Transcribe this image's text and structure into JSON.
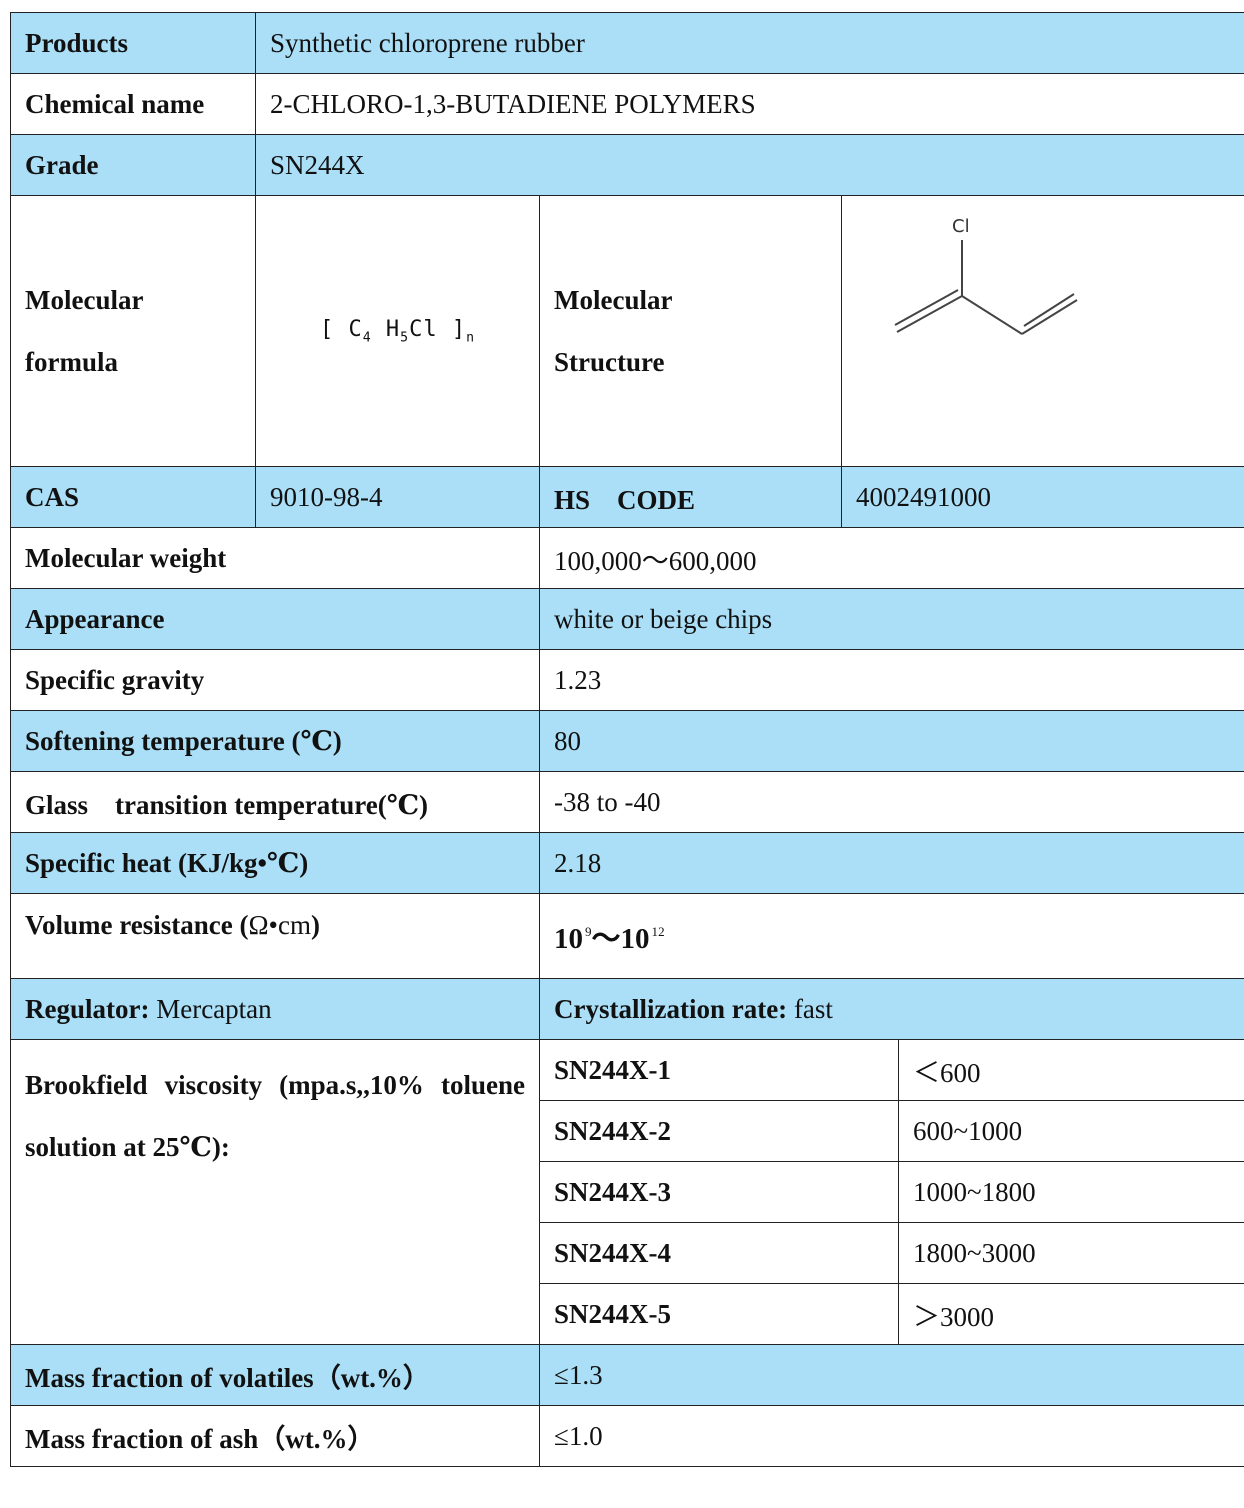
{
  "rows": {
    "products": {
      "label": "Products",
      "value": "Synthetic chloroprene rubber"
    },
    "chemical_name": {
      "label": "Chemical name",
      "value": "2-CHLORO-1,3-BUTADIENE POLYMERS"
    },
    "grade": {
      "label": "Grade",
      "value": "SN244X"
    },
    "molecular": {
      "formula_label_1": "Molecular",
      "formula_label_2": "formula",
      "formula": {
        "open": "[",
        "c": "C",
        "c_sub": "4",
        "h": "H",
        "h_sub": "5",
        "cl": "Cl",
        "close": "]",
        "n": "n"
      },
      "structure_label_1": "Molecular",
      "structure_label_2": "Structure",
      "structure_atom": "Cl"
    },
    "cas": {
      "label": "CAS",
      "value": "9010-98-4",
      "hs_label": "HS　CODE",
      "hs_value": "4002491000"
    },
    "molecular_weight": {
      "label": "Molecular weight",
      "value": "100,000～600,000"
    },
    "appearance": {
      "label": "Appearance",
      "value": "white or beige chips"
    },
    "specific_gravity": {
      "label": "Specific gravity",
      "value": "1.23"
    },
    "softening_temperature": {
      "label": "Softening temperature (℃)",
      "value": "80"
    },
    "glass_transition": {
      "label": "Glass　transition temperature(℃)",
      "value": "-38 to -40"
    },
    "specific_heat": {
      "label": "Specific heat (KJ/kg•℃)",
      "value": "2.18"
    },
    "volume_resistance": {
      "label_bold": "Volume resistance (",
      "label_unit": "Ω•cm",
      "label_close": ")",
      "base1": "10",
      "exp1": "9",
      "tilde": "～",
      "base2": "10",
      "exp2": "12"
    },
    "regulator": {
      "label": "Regulator:",
      "value": "Mercaptan",
      "cryst_label": "Crystallization rate:",
      "cryst_value": "fast"
    },
    "brookfield": {
      "label": "Brookfield viscosity (mpa.s,,10% toluene solution at 25℃):",
      "grades": [
        {
          "name": "SN244X-1",
          "value": "＜600"
        },
        {
          "name": "SN244X-2",
          "value": "600~1000"
        },
        {
          "name": "SN244X-3",
          "value": "1000~1800"
        },
        {
          "name": "SN244X-4",
          "value": "1800~3000"
        },
        {
          "name": "SN244X-5",
          "value": "＞3000"
        }
      ]
    },
    "volatiles": {
      "label": "Mass fraction of volatiles（wt.%）",
      "value": "≤1.3"
    },
    "ash": {
      "label": "Mass fraction of ash（wt.%）",
      "value": "≤1.0"
    }
  }
}
